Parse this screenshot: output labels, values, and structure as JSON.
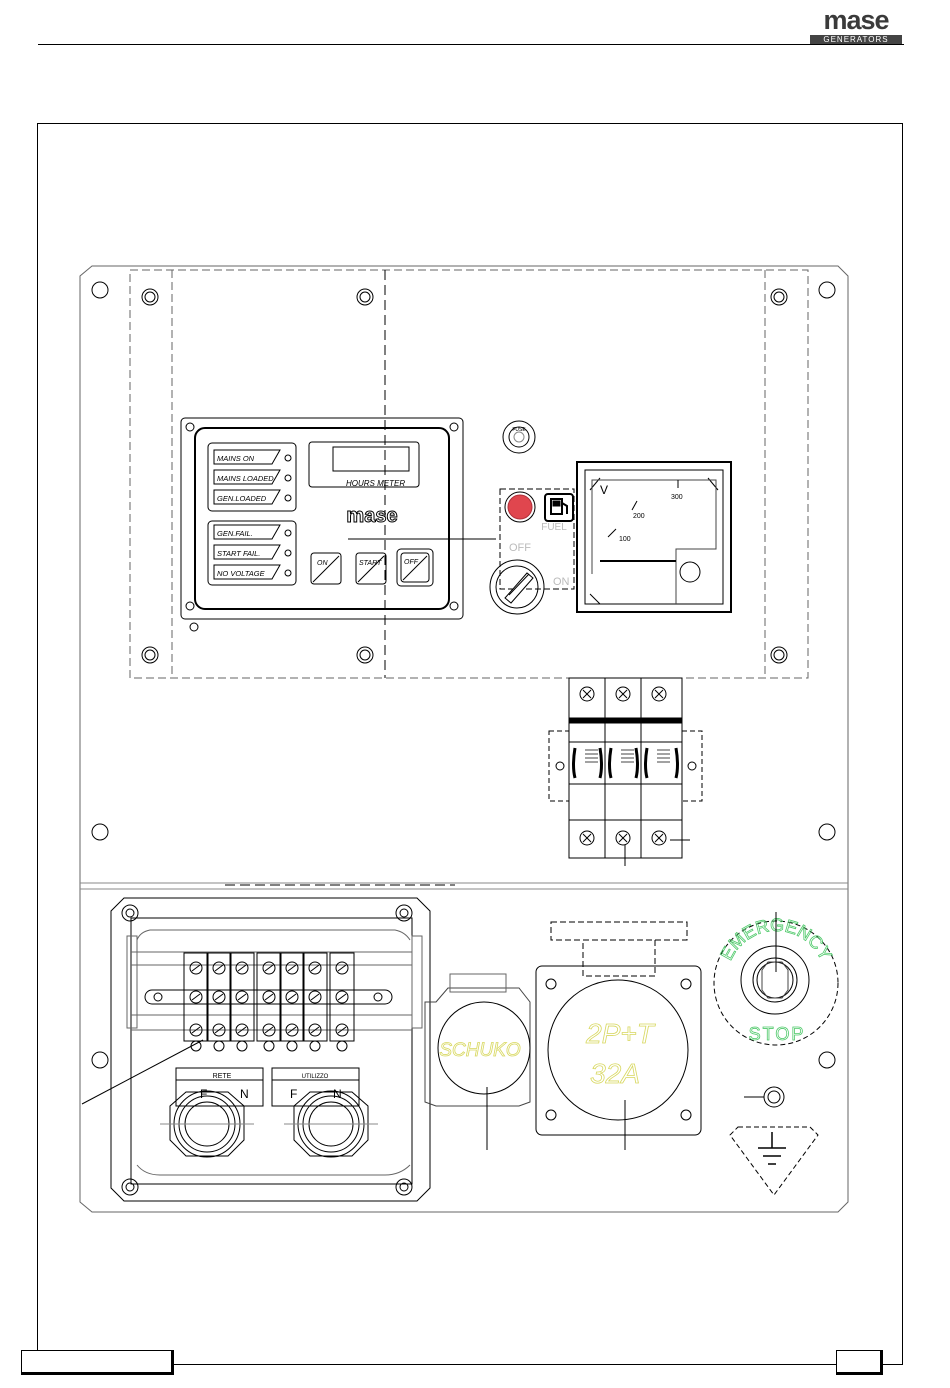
{
  "brand": {
    "logo_word": "mase",
    "logo_sub": "GENERATORS"
  },
  "control_panel": {
    "indicators": [
      "MAINS ON",
      "MAINS LOADED",
      "GEN.LOADED",
      "GEN.FAIL.",
      "START FAIL.",
      "NO VOLTAGE"
    ],
    "hours_meter_label": "HOURS METER",
    "panel_logo": "mase",
    "buttons": {
      "on": "ON",
      "start": "START",
      "off": "OFF"
    }
  },
  "fuse_label": "FUSE",
  "fuel_label": "FUEL",
  "key_switch": {
    "off_label": "OFF",
    "on_label": "ON"
  },
  "voltmeter": {
    "unit": "V",
    "scale": [
      "100",
      "200",
      "300"
    ]
  },
  "terminal_block": {
    "rete_label": "RETE",
    "utilizzo_label": "UTILIZZO",
    "phase_label": "F",
    "neutral_label": "N"
  },
  "schuko_label": "SCHUKO",
  "socket_32a": {
    "line1": "2P+T",
    "line2": "32A"
  },
  "emergency": {
    "top": "EMERGENCY",
    "bottom": "STOP"
  },
  "colors": {
    "line": "#000000",
    "lamp": "#e0464e",
    "socket_text": "#e8e86a",
    "emergency_text": "#4fc96a"
  }
}
